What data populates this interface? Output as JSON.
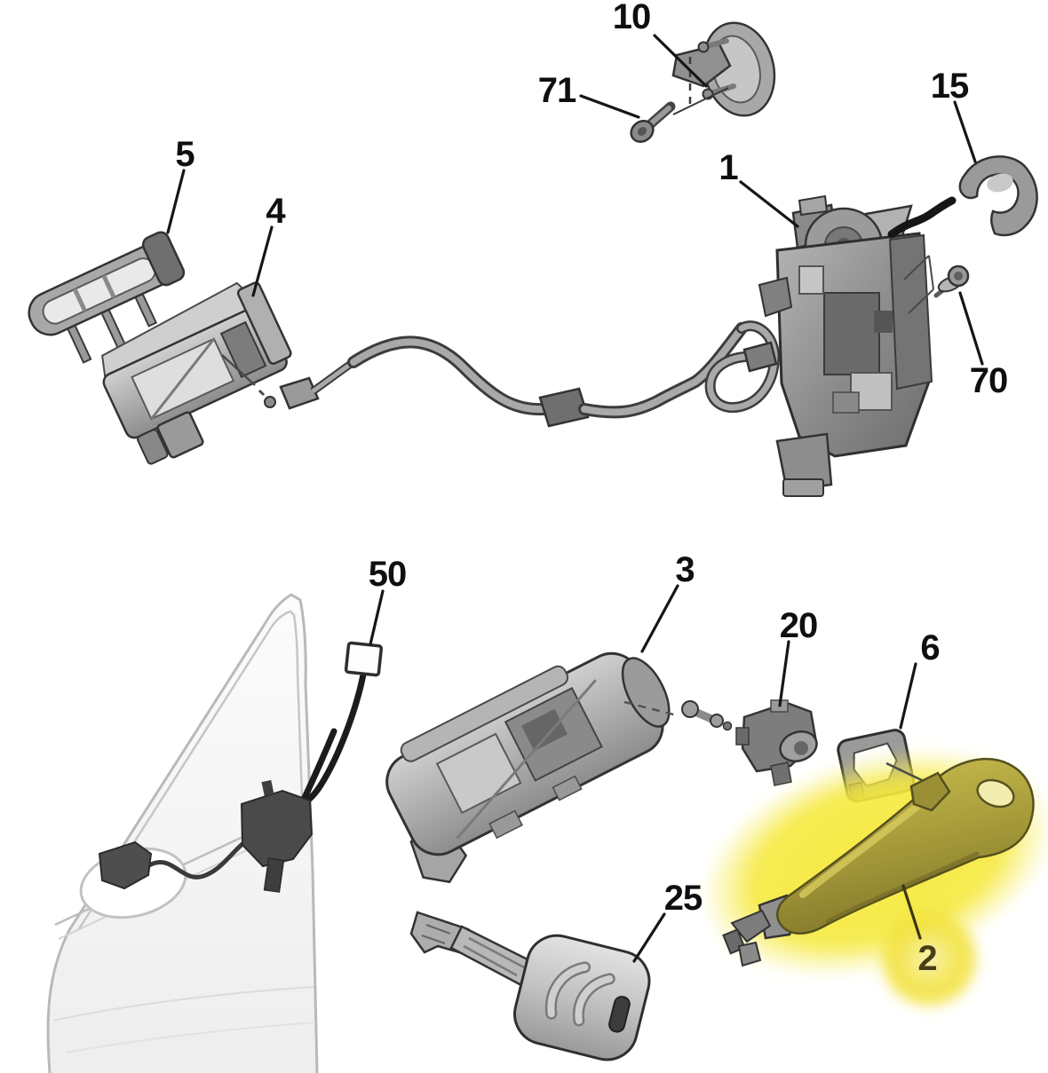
{
  "diagram": {
    "description": "Exploded parts diagram of a car front-door lock, cables and exterior door handle (highlighted part 2)",
    "background_color": "#ffffff",
    "highlight_color": "#f4e73c",
    "highlighted_part_label": "2",
    "callouts": [
      {
        "label": "10",
        "part": "door-check-strap"
      },
      {
        "label": "71",
        "part": "check-strap-screw"
      },
      {
        "label": "15",
        "part": "cable-grommet-clip"
      },
      {
        "label": "5",
        "part": "interior-handle-trim-bracket"
      },
      {
        "label": "4",
        "part": "interior-handle-mechanism"
      },
      {
        "label": "1",
        "part": "door-lock-latch"
      },
      {
        "label": "70",
        "part": "latch-screw"
      },
      {
        "label": "50",
        "part": "harness-connector"
      },
      {
        "label": "3",
        "part": "exterior-handle-support"
      },
      {
        "label": "20",
        "part": "lock-barrel-actuator"
      },
      {
        "label": "6",
        "part": "handle-end-gasket"
      },
      {
        "label": "25",
        "part": "key"
      },
      {
        "label": "2",
        "part": "exterior-door-handle"
      }
    ]
  }
}
